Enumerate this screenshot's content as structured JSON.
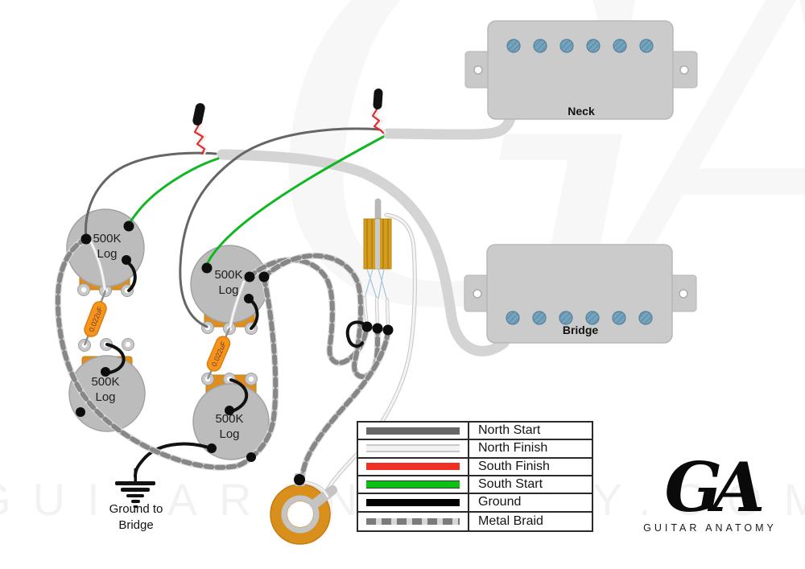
{
  "pickups": {
    "neck": {
      "label": "Neck"
    },
    "bridge": {
      "label": "Bridge"
    }
  },
  "pots": [
    {
      "id": "top-left",
      "label": "500K\nLog"
    },
    {
      "id": "middle",
      "label": "500K\nLog"
    },
    {
      "id": "bottom-left",
      "label": "500K\nLog"
    },
    {
      "id": "bottom-middle",
      "label": "500K\nLog"
    }
  ],
  "capacitors": [
    {
      "label": "0.022uF"
    },
    {
      "label": "0.022uF"
    }
  ],
  "ground": {
    "label": "Ground to\nBridge"
  },
  "legend": {
    "items": [
      {
        "label": "North Start",
        "color": "#676767",
        "style": "solid"
      },
      {
        "label": "North Finish",
        "color": "#f2f2f2",
        "style": "solid-outlined"
      },
      {
        "label": "South Finish",
        "color": "#ee3124",
        "style": "solid"
      },
      {
        "label": "South Start",
        "color": "#0cc014",
        "style": "solid"
      },
      {
        "label": "Ground",
        "color": "#000000",
        "style": "solid"
      },
      {
        "label": "Metal Braid",
        "color": "#7b7b7b",
        "style": "dashed"
      }
    ]
  },
  "logo": {
    "monogram": "GA",
    "text": "GUITAR ANATOMY"
  },
  "watermark": {
    "monogram": "GA",
    "text": "GUITARANATOMY.COM"
  },
  "colors": {
    "pot_body": "#bcbcbc",
    "pot_base": "#dd8e1e",
    "capacitor": "#f7941e",
    "braid": "#878787",
    "cable_jacket": "#d4d4d4",
    "north_start": "#666666",
    "north_finish": "#f2f2f2",
    "south_finish": "#e8302a",
    "south_start": "#10b723",
    "ground_wire": "#111111",
    "pickup_body": "#cbcbcb",
    "pole_piece": "#74a3bd",
    "switch_gold": "#d59c20",
    "jack_washer": "#d98f1c"
  }
}
